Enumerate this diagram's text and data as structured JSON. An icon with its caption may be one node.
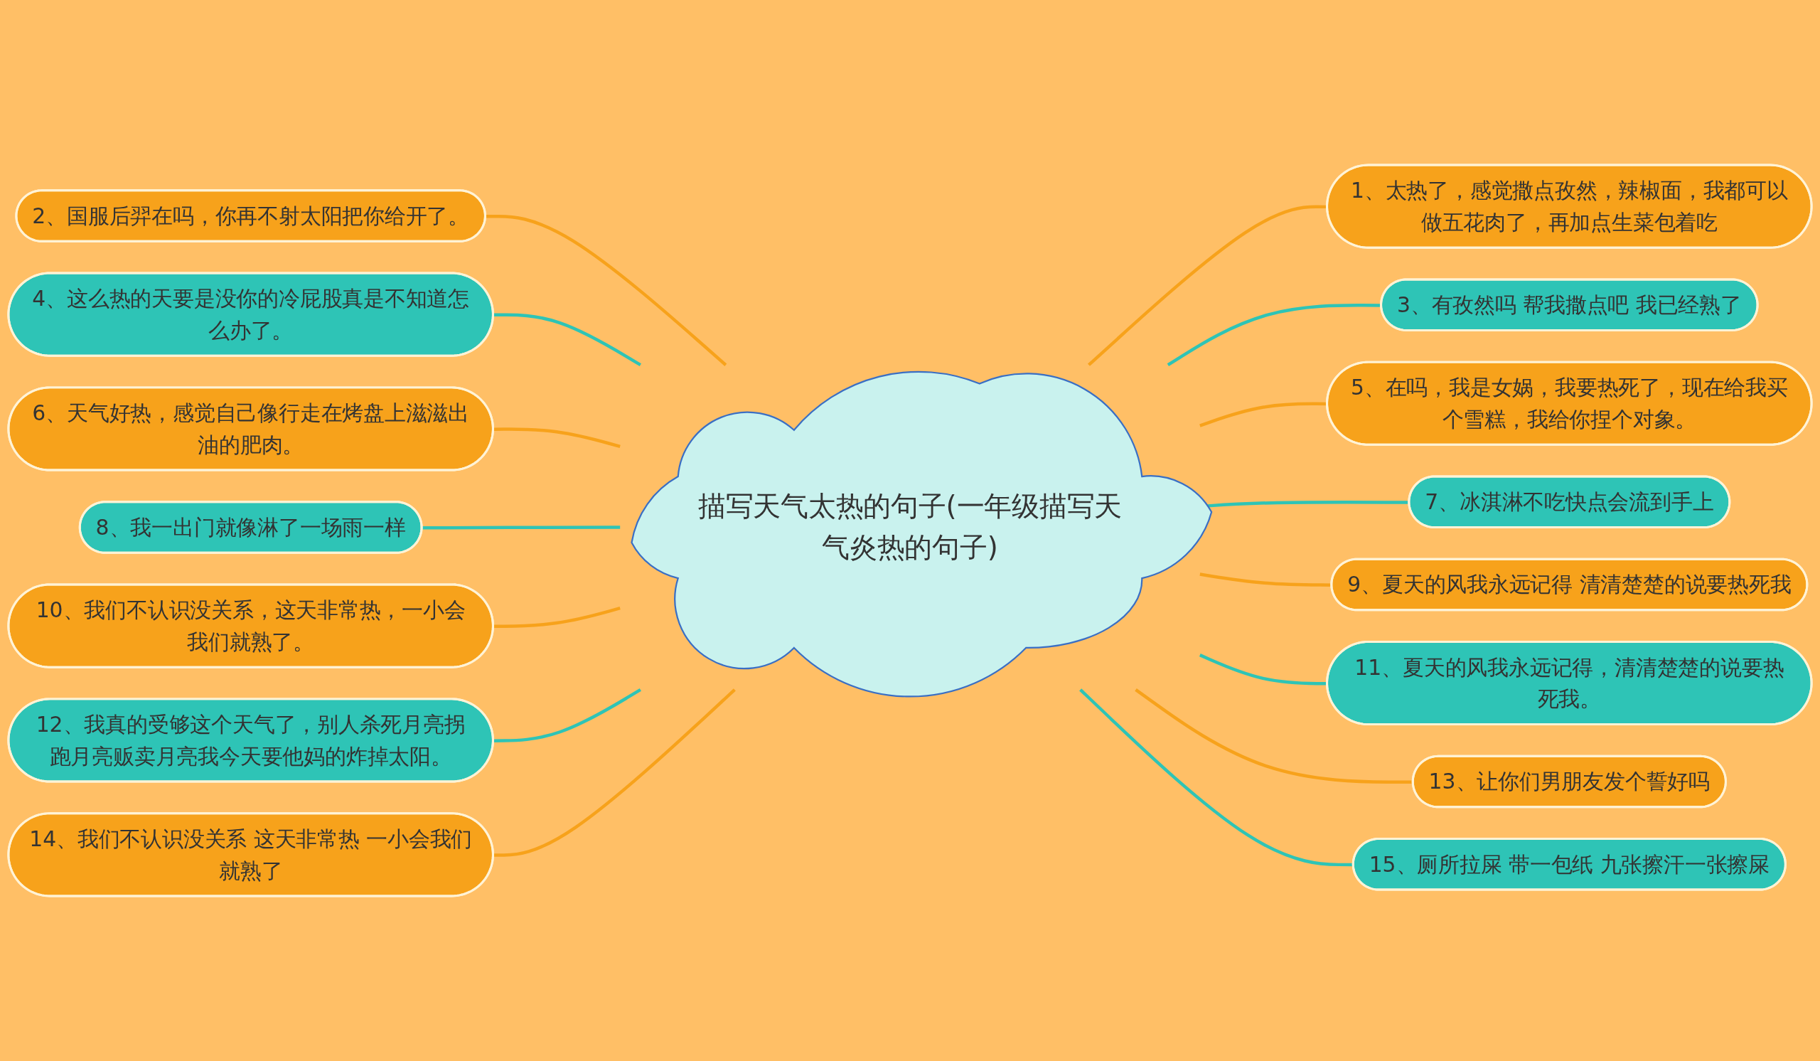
{
  "diagram": {
    "nodes": [
      {
        "text": [
          "描写天气太热的句子(一年级描写天气炎热的句子)"
        ]
      },
      {
        "text": [
          "1、太热了，感觉撒点孜然，辣椒面，我都可以做五花肉了，再加点生菜包着吃"
        ]
      },
      {
        "text": [
          "2、国服后羿在吗，你再不射太阳把你给开了。"
        ]
      },
      {
        "text": [
          "3、有孜然吗 帮我撒点吧 我已经熟了"
        ]
      },
      {
        "text": [
          "4、这么热的天要是没你的冷屁股真是不知道怎么办了。"
        ]
      },
      {
        "text": [
          "5、在吗，我是女娲，我要热死了，现在给我买个雪糕，我给你捏个对象。"
        ]
      },
      {
        "text": [
          "6、天气好热，感觉自己像行走在烤盘上滋滋出油的肥肉。"
        ]
      },
      {
        "text": [
          "7、冰淇淋不吃快点会流到手上"
        ]
      },
      {
        "text": [
          "8、我一出门就像淋了一场雨一样"
        ]
      },
      {
        "text": [
          "9、夏天的风我永远记得 清清楚楚的说要热死我"
        ]
      },
      {
        "text": [
          "10、我们不认识没关系，这天非常热，一小会我们就熟了。"
        ]
      },
      {
        "text": [
          "11、夏天的风我永远记得，清清楚楚的说要热死我。"
        ]
      },
      {
        "text": [
          "12、我真的受够这个天气了，别人杀死月亮拐跑月亮贩卖月亮我今天要他妈的炸掉太阳。"
        ]
      },
      {
        "text": [
          "13、让你们男朋友发个誓好吗"
        ]
      },
      {
        "text": [
          "14、我们不认识没关系 这天非常热 一小会我们就熟了"
        ]
      },
      {
        "text": [
          "15、厕所拉屎 带一包纸 九张擦汗一张擦屎"
        ]
      }
    ],
    "edges": [
      {
        "from": 0,
        "to": 1,
        "arrow": "none",
        "color": "#f7a21b"
      },
      {
        "from": 0,
        "to": 2,
        "arrow": "none",
        "color": "#f7a21b"
      },
      {
        "from": 0,
        "to": 3,
        "arrow": "none",
        "color": "#2ec4b6"
      },
      {
        "from": 0,
        "to": 4,
        "arrow": "none",
        "color": "#2ec4b6"
      },
      {
        "from": 0,
        "to": 5,
        "arrow": "none",
        "color": "#f7a21b"
      },
      {
        "from": 0,
        "to": 6,
        "arrow": "none",
        "color": "#f7a21b"
      },
      {
        "from": 0,
        "to": 7,
        "arrow": "none",
        "color": "#2ec4b6"
      },
      {
        "from": 0,
        "to": 8,
        "arrow": "none",
        "color": "#2ec4b6"
      },
      {
        "from": 0,
        "to": 9,
        "arrow": "none",
        "color": "#f7a21b"
      },
      {
        "from": 0,
        "to": 10,
        "arrow": "none",
        "color": "#f7a21b"
      },
      {
        "from": 0,
        "to": 11,
        "arrow": "none",
        "color": "#2ec4b6"
      },
      {
        "from": 0,
        "to": 12,
        "arrow": "none",
        "color": "#2ec4b6"
      },
      {
        "from": 0,
        "to": 13,
        "arrow": "none",
        "color": "#f7a21b"
      },
      {
        "from": 0,
        "to": 14,
        "arrow": "none",
        "color": "#f7a21b"
      },
      {
        "from": 0,
        "to": 15,
        "arrow": "none",
        "color": "#2ec4b6"
      }
    ]
  }
}
